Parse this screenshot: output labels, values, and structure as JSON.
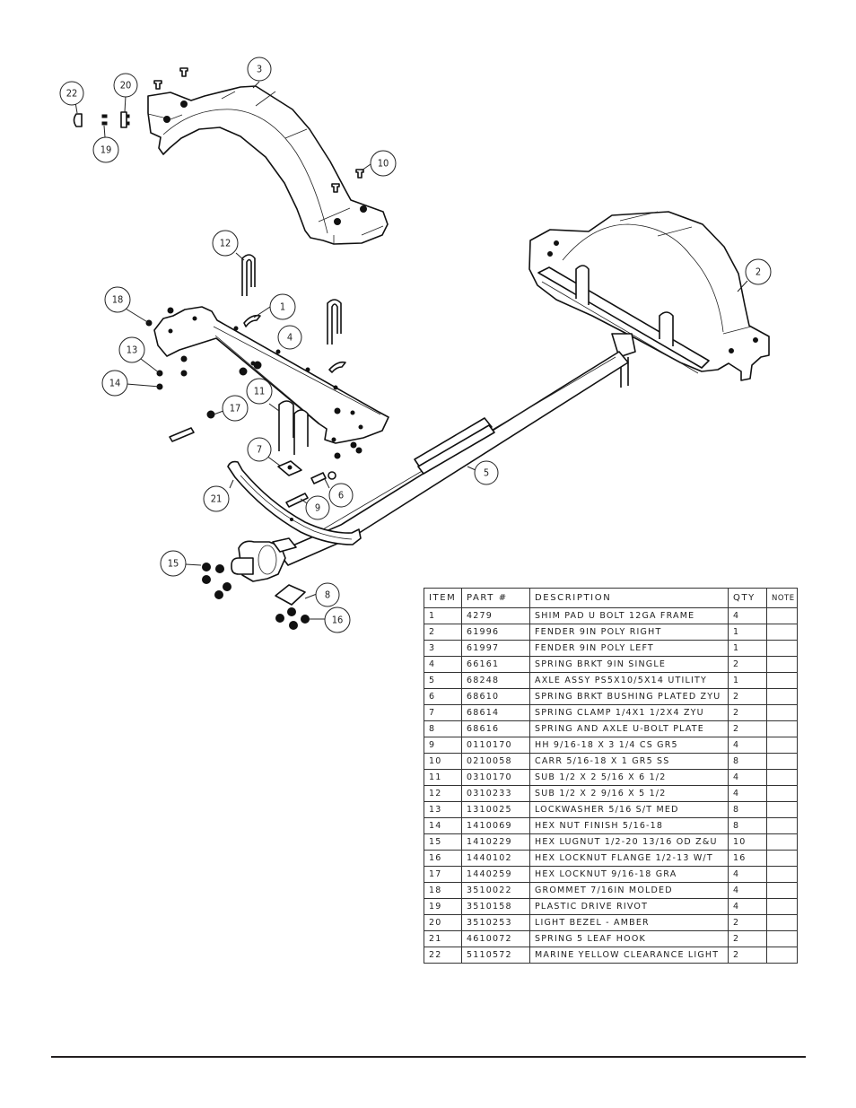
{
  "diagram": {
    "title": "Axle, Spring and Fender Assembly - Exploded View",
    "balloons": [
      {
        "id": "1"
      },
      {
        "id": "2"
      },
      {
        "id": "3"
      },
      {
        "id": "4"
      },
      {
        "id": "5"
      },
      {
        "id": "6"
      },
      {
        "id": "7"
      },
      {
        "id": "8"
      },
      {
        "id": "9"
      },
      {
        "id": "10"
      },
      {
        "id": "11"
      },
      {
        "id": "12"
      },
      {
        "id": "13"
      },
      {
        "id": "14"
      },
      {
        "id": "15"
      },
      {
        "id": "16"
      },
      {
        "id": "17"
      },
      {
        "id": "18"
      },
      {
        "id": "19"
      },
      {
        "id": "20"
      },
      {
        "id": "21"
      },
      {
        "id": "22"
      }
    ]
  },
  "bom": {
    "headers": {
      "item": "ITEM",
      "part": "PART #",
      "description": "DESCRIPTION",
      "qty": "QTY",
      "note": "NOTE"
    },
    "rows": [
      {
        "item": "1",
        "part": "4279",
        "description": "SHIM PAD  U BOLT 12GA FRAME",
        "qty": "4",
        "note": ""
      },
      {
        "item": "2",
        "part": "61996",
        "description": "FENDER  9IN POLY RIGHT",
        "qty": "1",
        "note": ""
      },
      {
        "item": "3",
        "part": "61997",
        "description": "FENDER  9IN POLY LEFT",
        "qty": "1",
        "note": ""
      },
      {
        "item": "4",
        "part": "66161",
        "description": "SPRING BRKT  9IN SINGLE",
        "qty": "2",
        "note": ""
      },
      {
        "item": "5",
        "part": "68248",
        "description": "AXLE ASSY PS5X10/5X14 UTILITY",
        "qty": "1",
        "note": ""
      },
      {
        "item": "6",
        "part": "68610",
        "description": "SPRING BRKT BUSHING PLATED ZYU",
        "qty": "2",
        "note": ""
      },
      {
        "item": "7",
        "part": "68614",
        "description": "SPRING CLAMP  1/4X1 1/2X4  ZYU",
        "qty": "2",
        "note": ""
      },
      {
        "item": "8",
        "part": "68616",
        "description": "SPRING AND AXLE U-BOLT PLATE",
        "qty": "2",
        "note": ""
      },
      {
        "item": "9",
        "part": "0110170",
        "description": "HH 9/16-18 X 3 1/4 CS GR5",
        "qty": "4",
        "note": ""
      },
      {
        "item": "10",
        "part": "0210058",
        "description": "CARR 5/16-18 X 1 GR5 SS",
        "qty": "8",
        "note": ""
      },
      {
        "item": "11",
        "part": "0310170",
        "description": "SUB 1/2 X 2 5/16 X 6 1/2",
        "qty": "4",
        "note": ""
      },
      {
        "item": "12",
        "part": "0310233",
        "description": "SUB 1/2 X 2 9/16 X 5 1/2",
        "qty": "4",
        "note": ""
      },
      {
        "item": "13",
        "part": "1310025",
        "description": "LOCKWASHER 5/16 S/T MED",
        "qty": "8",
        "note": ""
      },
      {
        "item": "14",
        "part": "1410069",
        "description": "HEX NUT FINISH 5/16-18",
        "qty": "8",
        "note": ""
      },
      {
        "item": "15",
        "part": "1410229",
        "description": "HEX LUGNUT 1/2-20 13/16 OD Z&U",
        "qty": "10",
        "note": ""
      },
      {
        "item": "16",
        "part": "1440102",
        "description": "HEX LOCKNUT FLANGE 1/2-13 W/T",
        "qty": "16",
        "note": ""
      },
      {
        "item": "17",
        "part": "1440259",
        "description": "HEX LOCKNUT 9/16-18 GRA",
        "qty": "4",
        "note": ""
      },
      {
        "item": "18",
        "part": "3510022",
        "description": "GROMMET  7/16IN MOLDED",
        "qty": "4",
        "note": ""
      },
      {
        "item": "19",
        "part": "3510158",
        "description": "PLASTIC DRIVE RIVOT",
        "qty": "4",
        "note": ""
      },
      {
        "item": "20",
        "part": "3510253",
        "description": "LIGHT BEZEL - AMBER",
        "qty": "2",
        "note": ""
      },
      {
        "item": "21",
        "part": "4610072",
        "description": "SPRING  5 LEAF HOOK",
        "qty": "2",
        "note": ""
      },
      {
        "item": "22",
        "part": "5110572",
        "description": "MARINE YELLOW CLEARANCE LIGHT",
        "qty": "2",
        "note": ""
      }
    ]
  }
}
